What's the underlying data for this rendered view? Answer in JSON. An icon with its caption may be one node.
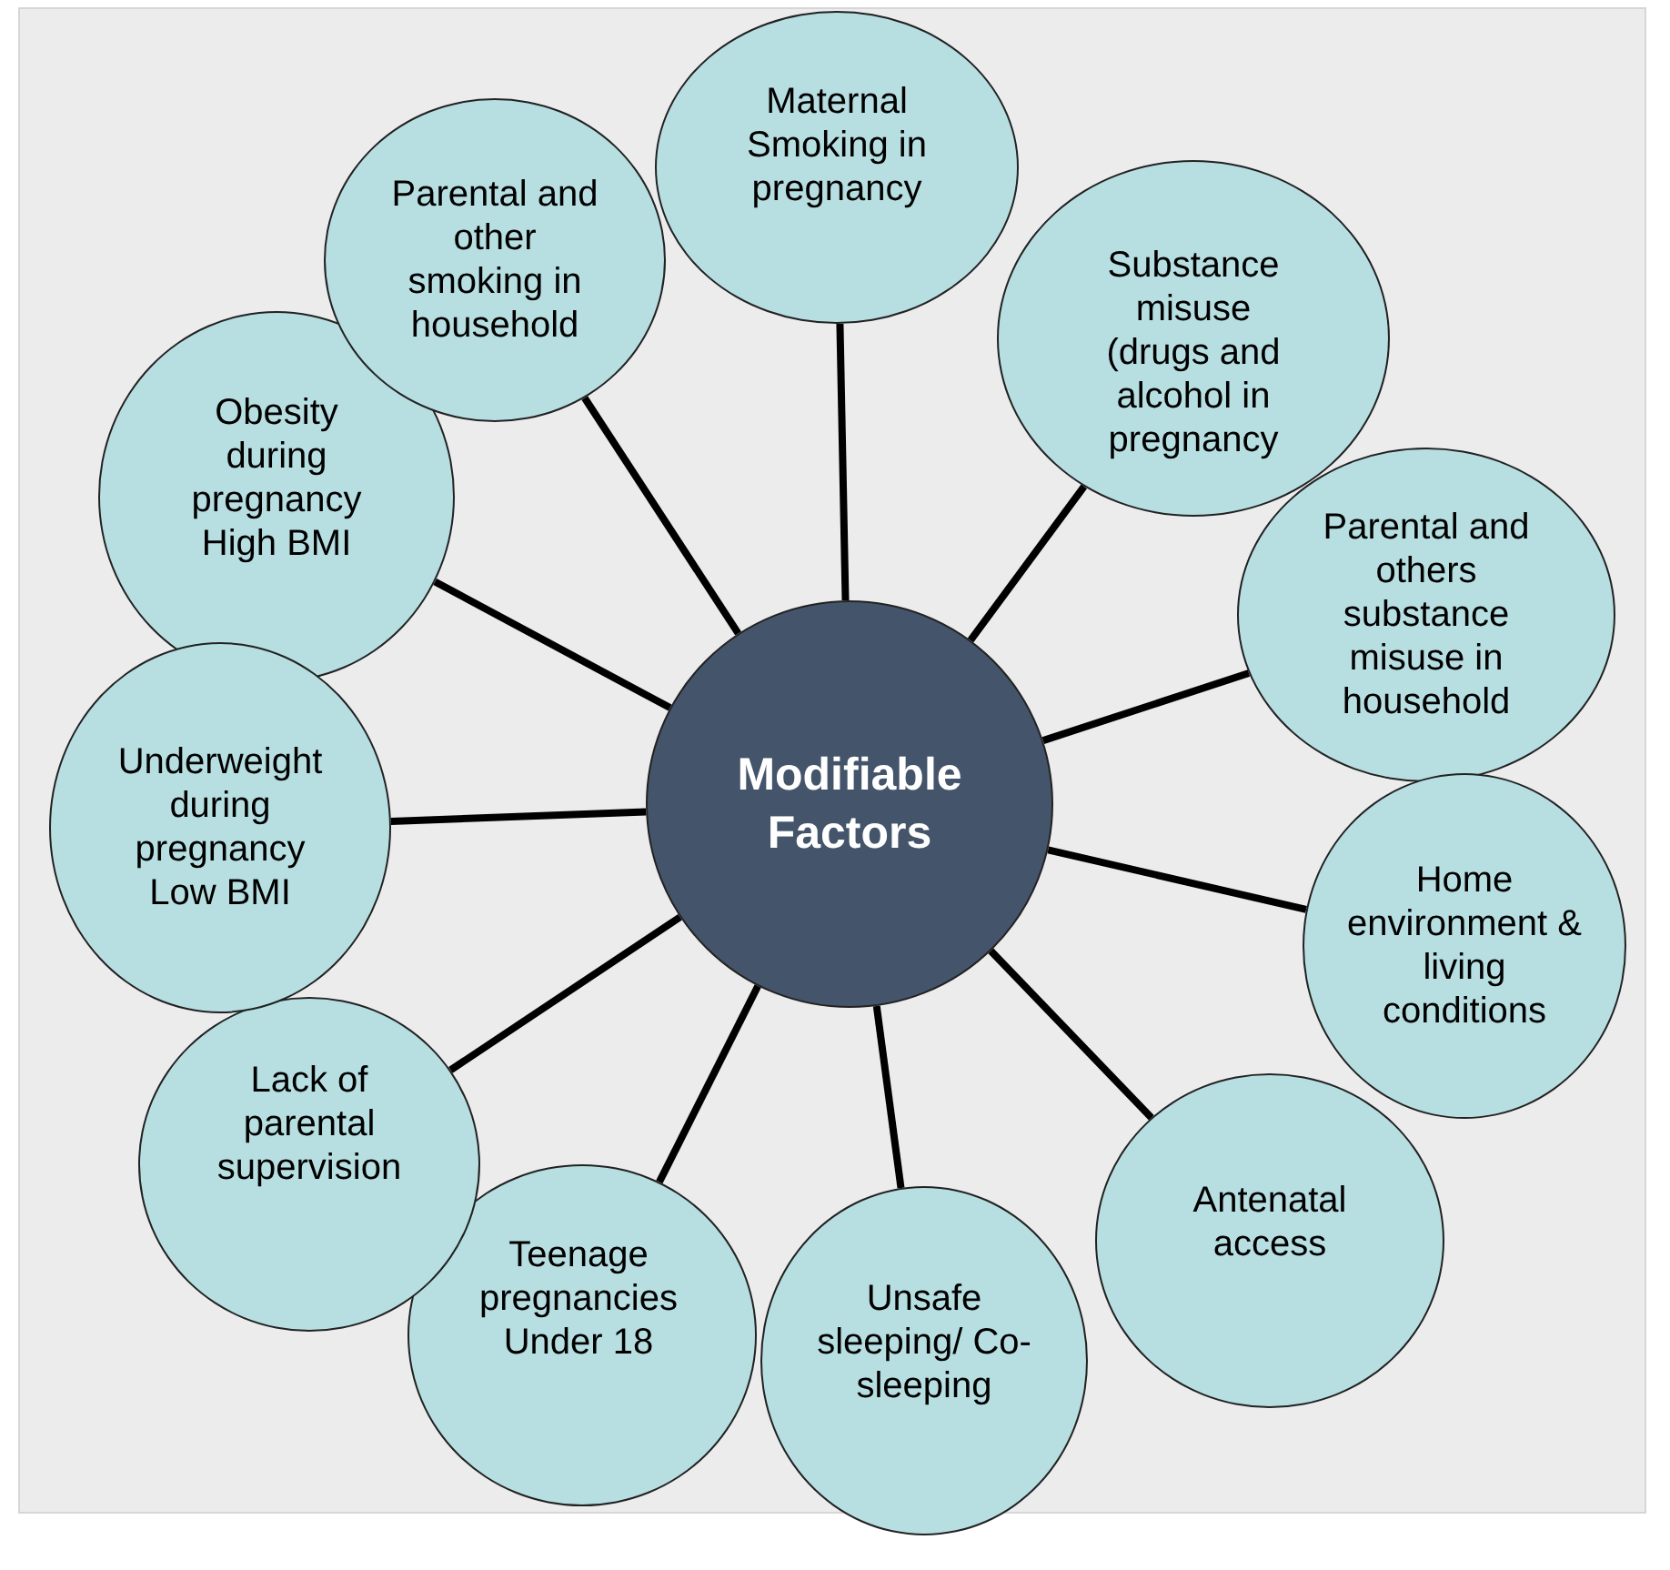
{
  "diagram": {
    "nodes": [
      {
        "text": [
          "Modifiable Factors"
        ]
      },
      {
        "text": [
          "Maternal Smoking in pregnancy"
        ]
      },
      {
        "text": [
          "Substance misuse (drugs and alcohol in pregnancy"
        ]
      },
      {
        "text": [
          "Parental and others substance misuse in household"
        ]
      },
      {
        "text": [
          "Home environment & living conditions"
        ]
      },
      {
        "text": [
          "Antenatal access"
        ]
      },
      {
        "text": [
          "Unsafe sleeping/ Co-sleeping"
        ]
      },
      {
        "text": [
          "Teenage pregnancies Under 18"
        ]
      },
      {
        "text": [
          "Lack of parental supervision"
        ]
      },
      {
        "text": [
          "Underweight during pregnancy Low BMI"
        ]
      },
      {
        "text": [
          "Obesity during pregnancy High BMI"
        ]
      },
      {
        "text": [
          "Parental and other smoking in household"
        ]
      }
    ],
    "edges": [
      {
        "from": 0,
        "to": 1,
        "arrow": "none"
      },
      {
        "from": 0,
        "to": 2,
        "arrow": "none"
      },
      {
        "from": 0,
        "to": 3,
        "arrow": "none"
      },
      {
        "from": 0,
        "to": 4,
        "arrow": "none"
      },
      {
        "from": 0,
        "to": 5,
        "arrow": "none"
      },
      {
        "from": 0,
        "to": 6,
        "arrow": "none"
      },
      {
        "from": 0,
        "to": 7,
        "arrow": "none"
      },
      {
        "from": 0,
        "to": 8,
        "arrow": "none"
      },
      {
        "from": 0,
        "to": 9,
        "arrow": "none"
      },
      {
        "from": 0,
        "to": 10,
        "arrow": "none"
      },
      {
        "from": 0,
        "to": 11,
        "arrow": "none"
      }
    ]
  }
}
